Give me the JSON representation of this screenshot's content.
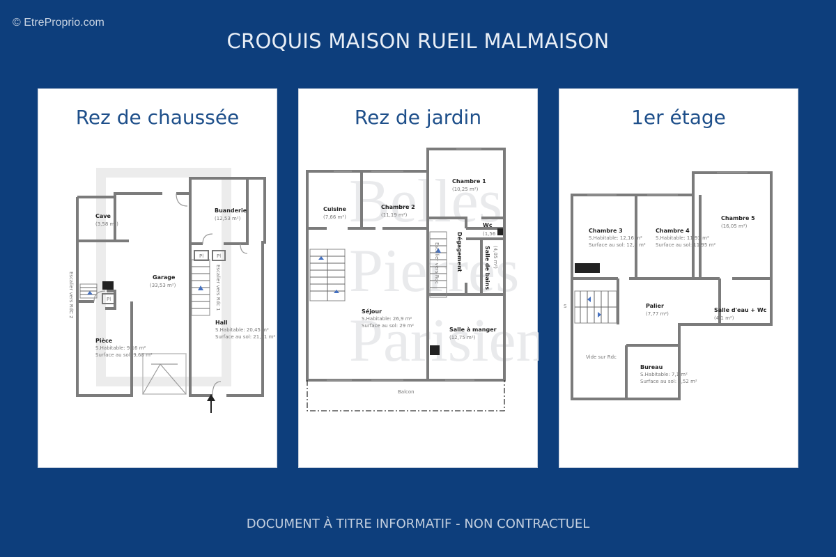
{
  "watermark": "© EtreProprio.com",
  "title": "CROQUIS MAISON RUEIL MALMAISON",
  "footer": "DOCUMENT À TITRE INFORMATIF - NON CONTRACTUEL",
  "plan_watermark": [
    "Belles",
    "Pierres",
    "Parisiennes"
  ],
  "panels": [
    {
      "title": "Rez de chaussée",
      "rooms": {
        "cave": {
          "name": "Cave",
          "area": "(3,58 m²)"
        },
        "garage": {
          "name": "Garage",
          "area": "(33,53 m²)"
        },
        "buanderie": {
          "name": "Buanderie",
          "area": "(12,53 m²)"
        },
        "piece": {
          "name": "Pièce",
          "hab": "S.Habitable: 9,16 m²",
          "sol": "Surface au sol: 9,68 m²"
        },
        "hall": {
          "name": "Hall",
          "hab": "S.Habitable: 20,45 m²",
          "sol": "Surface au sol: 21,71 m²"
        }
      },
      "labels": {
        "escalier_rdc2": "Escalier vers RdC 2",
        "escalier_rdc1": "Escalier vers Rdc 1",
        "pl1": "Pl",
        "pl2": "Pl",
        "pl3": "Pl"
      }
    },
    {
      "title": "Rez de jardin",
      "rooms": {
        "cuisine": {
          "name": "Cuisine",
          "area": "(7,66 m²)"
        },
        "chambre2": {
          "name": "Chambre 2",
          "area": "(11,19 m²)"
        },
        "chambre1": {
          "name": "Chambre 1",
          "area": "(10,25 m²)"
        },
        "wc": {
          "name": "Wc",
          "area": "(1,56"
        },
        "degagement": {
          "name": "Dégagement"
        },
        "sdb": {
          "name": "Salle de bains",
          "area": "(4,05 m²)"
        },
        "sejour": {
          "name": "Séjour",
          "hab": "S.Habitable: 26,9 m²",
          "sol": "Surface au sol: 29 m²"
        },
        "salle_manger": {
          "name": "Salle à manger",
          "area": "(12,75 m²)"
        },
        "balcon": {
          "name": "Balcon"
        }
      },
      "labels": {
        "escalier": "Escalier vers Rdc"
      }
    },
    {
      "title": "1er étage",
      "rooms": {
        "chambre3": {
          "name": "Chambre 3",
          "hab": "S.Habitable: 12,16 m²",
          "sol": "Surface au sol: 12,8 m²"
        },
        "chambre4": {
          "name": "Chambre 4",
          "hab": "S.Habitable: 11,93 m²",
          "sol": "Surface au sol: 11,95 m²"
        },
        "chambre5": {
          "name": "Chambre 5",
          "area": "(16,05 m²)"
        },
        "palier": {
          "name": "Palier",
          "area": "(7,77 m²)"
        },
        "salle_eau": {
          "name": "Salle d'eau + Wc",
          "area": "(4,1 m²)"
        },
        "vide": {
          "name": "Vide sur Rdc"
        },
        "bureau": {
          "name": "Bureau",
          "hab": "S.Habitable: 7,1 m²",
          "sol": "Surface au sol: 8,52 m²"
        }
      },
      "labels": {
        "s": "S"
      }
    }
  ]
}
